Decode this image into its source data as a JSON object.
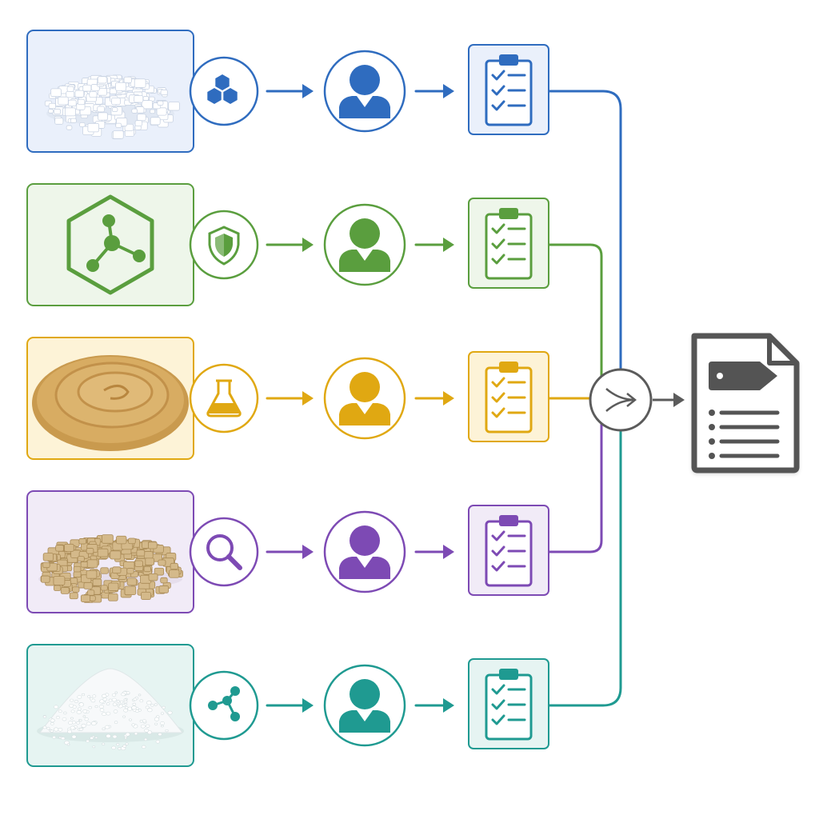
{
  "rows": [
    {
      "id": "blue",
      "color": "#2f6cbf",
      "image_fill": "#eaf0fb",
      "material_image": "white-crystal-pile-image",
      "ingredient_icon": "hexagon-cluster-icon",
      "connector": "merge-direct"
    },
    {
      "id": "green",
      "color": "#5a9e3e",
      "image_fill": "#eef6ea",
      "material_image": "molecule-hexagon-image",
      "ingredient_icon": "shield-icon",
      "connector": "merge-elbow"
    },
    {
      "id": "yellow",
      "color": "#e0a812",
      "image_fill": "#fdf3d7",
      "material_image": "paste-swirl-image",
      "ingredient_icon": "flask-icon",
      "connector": "merge-direct"
    },
    {
      "id": "purple",
      "color": "#7d4ab4",
      "image_fill": "#f1ebf7",
      "material_image": "granule-pile-image",
      "ingredient_icon": "magnifier-icon",
      "connector": "merge-elbow"
    },
    {
      "id": "teal",
      "color": "#1f9a91",
      "image_fill": "#e6f4f2",
      "material_image": "white-powder-pile-image",
      "ingredient_icon": "molecule-icon",
      "connector": "merge-direct"
    }
  ],
  "merge": {
    "color": "#5b5b5b",
    "icon": "merge-icon"
  },
  "output": {
    "color": "#545454",
    "icon": "tagged-document-icon"
  }
}
